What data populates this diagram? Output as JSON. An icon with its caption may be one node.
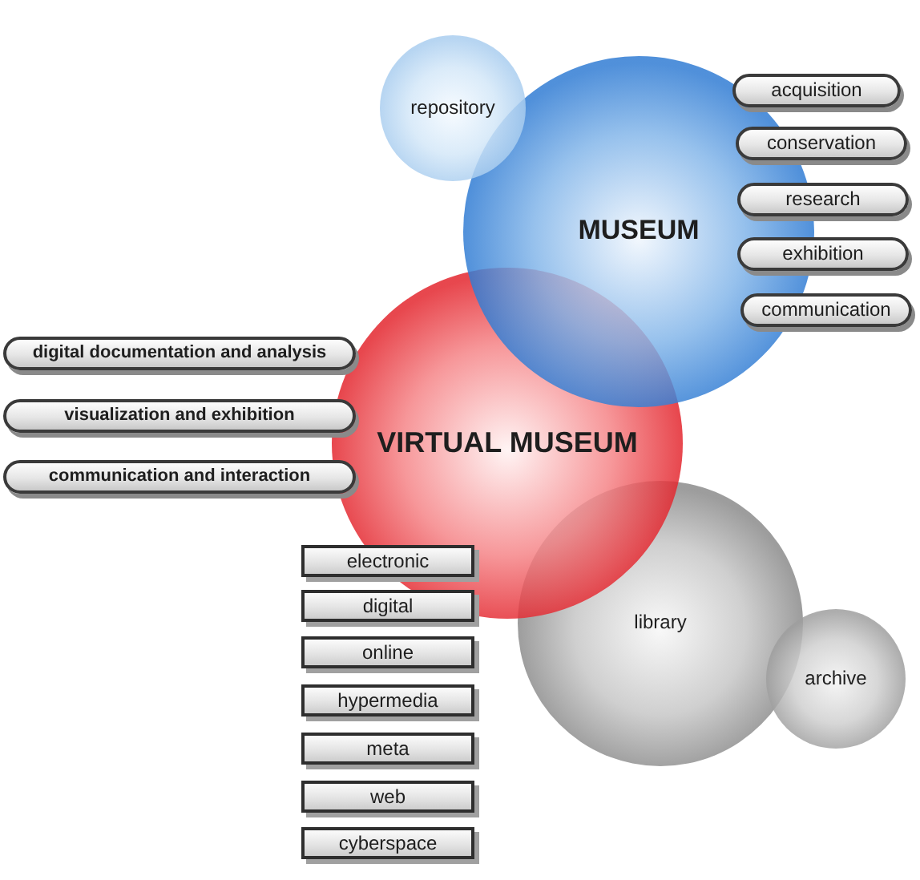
{
  "diagram": {
    "nodes": [
      {
        "text": [
          "repository"
        ]
      },
      {
        "text": [
          "MUSEUM"
        ]
      },
      {
        "text": [
          "acquisition"
        ]
      },
      {
        "text": [
          "conservation"
        ]
      },
      {
        "text": [
          "research"
        ]
      },
      {
        "text": [
          "exhibition"
        ]
      },
      {
        "text": [
          "communication"
        ]
      },
      {
        "text": [
          "digital documentation and analysis"
        ]
      },
      {
        "text": [
          "visualization and exhibition"
        ]
      },
      {
        "text": [
          "VIRTUAL MUSEUM"
        ]
      },
      {
        "text": [
          "communication and interaction"
        ]
      },
      {
        "text": [
          "electronic"
        ]
      },
      {
        "text": [
          "digital"
        ]
      },
      {
        "text": [
          "online"
        ]
      },
      {
        "text": [
          "hypermedia"
        ]
      },
      {
        "text": [
          "meta"
        ]
      },
      {
        "text": [
          "web"
        ]
      },
      {
        "text": [
          "cyberspace"
        ]
      },
      {
        "text": [
          "library"
        ]
      },
      {
        "text": [
          "archive"
        ]
      }
    ]
  }
}
